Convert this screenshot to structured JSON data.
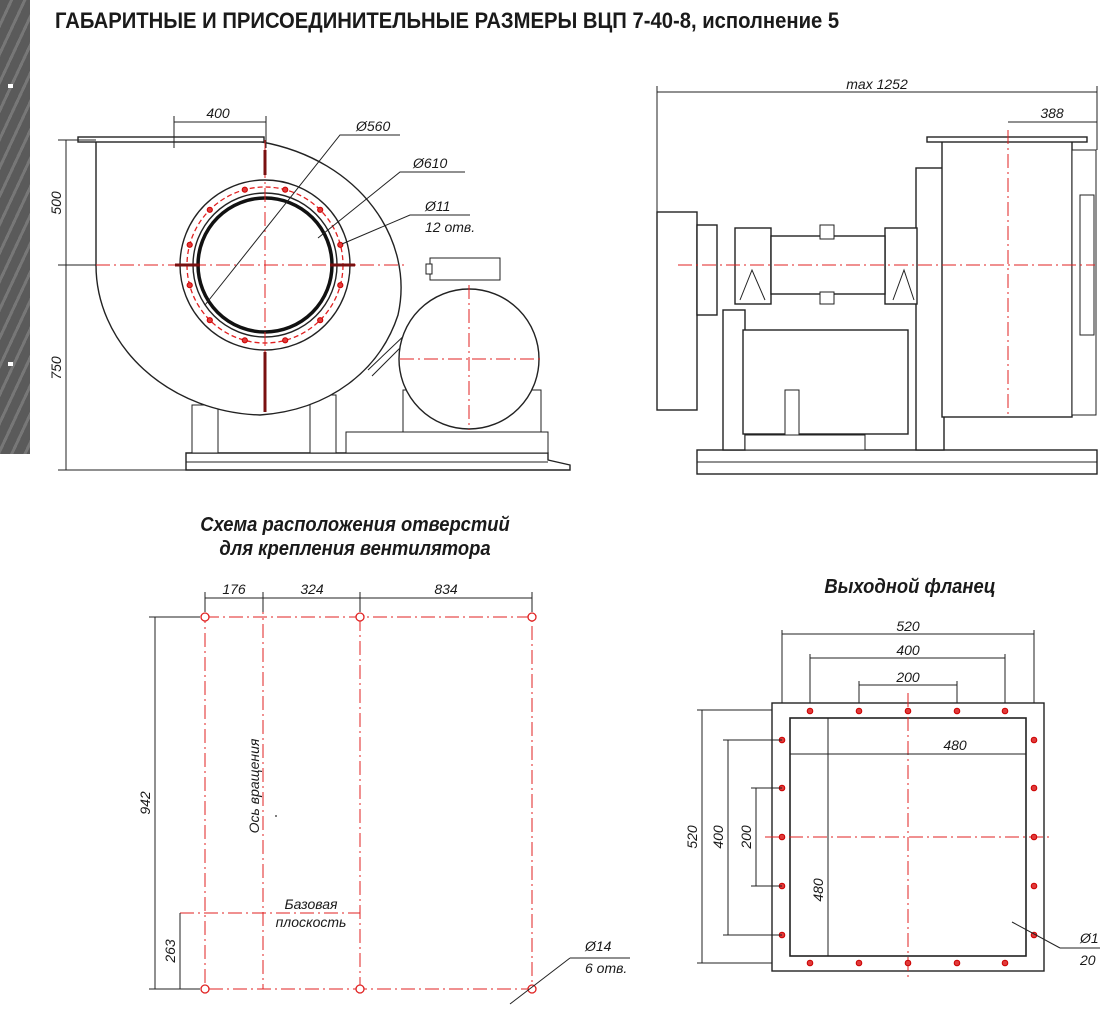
{
  "title": "ГАБАРИТНЫЕ И ПРИСОЕДИНИТЕЛЬНЫЕ РАЗМЕРЫ ВЦП 7-40-8, исполнение 5",
  "front_view": {
    "dim_width": "400",
    "dim_d560": "Ø560",
    "dim_d610": "Ø610",
    "dim_d11": "Ø11",
    "dim_holes": "12 отв.",
    "dim_upper": "500",
    "dim_lower": "750"
  },
  "side_view": {
    "dim_total": "max 1252",
    "dim_outlet": "388"
  },
  "mount_scheme": {
    "title": "Схема расположения отверстий\nдля крепления вентилятора",
    "dim_a": "176",
    "dim_b": "324",
    "dim_c": "834",
    "dim_height": "942",
    "dim_base": "263",
    "axis_label": "Ось вращения",
    "base_label_1": "Базовая",
    "base_label_2": "плоскость",
    "hole_d": "Ø14",
    "hole_count": "6 отв."
  },
  "outlet_flange": {
    "title": "Выходной фланец",
    "dim_outer_w": "520",
    "dim_pitch_400_w": "400",
    "dim_pitch_200_w": "200",
    "dim_inner_w": "480",
    "dim_outer_h": "520",
    "dim_pitch_400_h": "400",
    "dim_pitch_200_h": "200",
    "dim_inner_h": "480",
    "hole_d": "Ø1",
    "hole_count": "20"
  },
  "colors": {
    "axis": "#e02020",
    "line": "#222222",
    "strip": "#5a5a5a"
  }
}
